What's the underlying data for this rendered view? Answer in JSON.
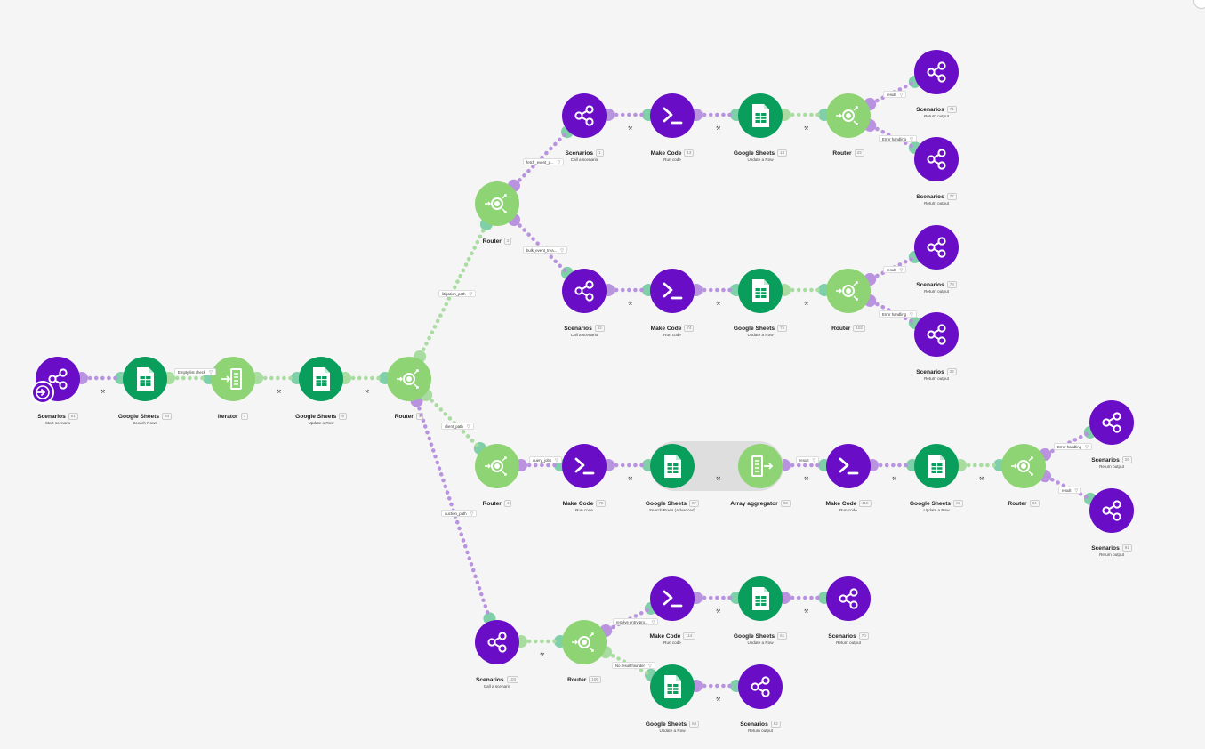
{
  "modules": [
    {
      "key": "m1",
      "name": "Scenarios",
      "id": "81",
      "desc": "Start scenario",
      "app": "scenarios",
      "color": "purple"
    },
    {
      "key": "m2",
      "name": "Google Sheets",
      "id": "54",
      "desc": "Search Rows",
      "app": "sheets",
      "color": "green"
    },
    {
      "key": "m3",
      "name": "Iterator",
      "id": "3",
      "desc": "",
      "app": "iterator",
      "color": "lgreen"
    },
    {
      "key": "m4",
      "name": "Google Sheets",
      "id": "6",
      "desc": "Update a Row",
      "app": "sheets",
      "color": "green"
    },
    {
      "key": "m5",
      "name": "Router",
      "id": "4",
      "desc": "",
      "app": "router",
      "color": "lgreen"
    },
    {
      "key": "m6",
      "name": "Router",
      "id": "2",
      "desc": "",
      "app": "router",
      "color": "lgreen"
    },
    {
      "key": "m7",
      "name": "Scenarios",
      "id": "1",
      "desc": "Call a scenario",
      "app": "scenarios",
      "color": "purple"
    },
    {
      "key": "m8",
      "name": "Make Code",
      "id": "13",
      "desc": "Run code",
      "app": "code",
      "color": "purple"
    },
    {
      "key": "m9",
      "name": "Google Sheets",
      "id": "18",
      "desc": "Update a Row",
      "app": "sheets",
      "color": "green"
    },
    {
      "key": "m10",
      "name": "Router",
      "id": "23",
      "desc": "",
      "app": "router",
      "color": "lgreen"
    },
    {
      "key": "m11",
      "name": "Scenarios",
      "id": "71",
      "desc": "Return output",
      "app": "scenarios",
      "color": "purple"
    },
    {
      "key": "m12",
      "name": "Scenarios",
      "id": "77",
      "desc": "Return output",
      "app": "scenarios",
      "color": "purple"
    },
    {
      "key": "m13",
      "name": "Scenarios",
      "id": "82",
      "desc": "Call a scenario",
      "app": "scenarios",
      "color": "purple"
    },
    {
      "key": "m14",
      "name": "Make Code",
      "id": "74",
      "desc": "Run code",
      "app": "code",
      "color": "purple"
    },
    {
      "key": "m15",
      "name": "Google Sheets",
      "id": "75",
      "desc": "Update a Row",
      "app": "sheets",
      "color": "green"
    },
    {
      "key": "m16",
      "name": "Router",
      "id": "102",
      "desc": "",
      "app": "router",
      "color": "lgreen"
    },
    {
      "key": "m17",
      "name": "Scenarios",
      "id": "78",
      "desc": "Return output",
      "app": "scenarios",
      "color": "purple"
    },
    {
      "key": "m18",
      "name": "Scenarios",
      "id": "22",
      "desc": "Return output",
      "app": "scenarios",
      "color": "purple"
    },
    {
      "key": "m19",
      "name": "Router",
      "id": "4",
      "desc": "",
      "app": "router",
      "color": "lgreen"
    },
    {
      "key": "m20",
      "name": "Make Code",
      "id": "76",
      "desc": "Run code",
      "app": "code",
      "color": "purple"
    },
    {
      "key": "m21",
      "name": "Google Sheets",
      "id": "87",
      "desc": "Search Rows (Advanced)",
      "app": "sheets",
      "color": "green"
    },
    {
      "key": "m22",
      "name": "Array aggregator",
      "id": "83",
      "desc": "",
      "app": "aggregator",
      "color": "lgreen"
    },
    {
      "key": "m23",
      "name": "Make Code",
      "id": "110",
      "desc": "Run code",
      "app": "code",
      "color": "purple"
    },
    {
      "key": "m24",
      "name": "Google Sheets",
      "id": "66",
      "desc": "Update a Row",
      "app": "sheets",
      "color": "green"
    },
    {
      "key": "m25",
      "name": "Router",
      "id": "34",
      "desc": "",
      "app": "router",
      "color": "lgreen"
    },
    {
      "key": "m26",
      "name": "Scenarios",
      "id": "26",
      "desc": "Return output",
      "app": "scenarios",
      "color": "purple"
    },
    {
      "key": "m27",
      "name": "Scenarios",
      "id": "91",
      "desc": "Return output",
      "app": "scenarios",
      "color": "purple"
    },
    {
      "key": "m28",
      "name": "Scenarios",
      "id": "103",
      "desc": "Call a scenario",
      "app": "scenarios",
      "color": "purple"
    },
    {
      "key": "m29",
      "name": "Router",
      "id": "106",
      "desc": "",
      "app": "router",
      "color": "lgreen"
    },
    {
      "key": "m30",
      "name": "Make Code",
      "id": "114",
      "desc": "Run code",
      "app": "code",
      "color": "purple"
    },
    {
      "key": "m31",
      "name": "Google Sheets",
      "id": "61",
      "desc": "Update a Row",
      "app": "sheets",
      "color": "green"
    },
    {
      "key": "m32",
      "name": "Scenarios",
      "id": "70",
      "desc": "Return output",
      "app": "scenarios",
      "color": "purple"
    },
    {
      "key": "m33",
      "name": "Google Sheets",
      "id": "64",
      "desc": "Update a Row",
      "app": "sheets",
      "color": "green"
    },
    {
      "key": "m34",
      "name": "Scenarios",
      "id": "62",
      "desc": "Return output",
      "app": "scenarios",
      "color": "purple"
    }
  ],
  "filters": [
    {
      "key": "f1",
      "label": "Empty list check"
    },
    {
      "key": "f2",
      "label": "fetch_event_p..."
    },
    {
      "key": "f3",
      "label": "bulk_event_trea..."
    },
    {
      "key": "f4",
      "label": "litigation_path"
    },
    {
      "key": "f5",
      "label": "result"
    },
    {
      "key": "f6",
      "label": "Error handling"
    },
    {
      "key": "f7",
      "label": "result"
    },
    {
      "key": "f8",
      "label": "Error handling"
    },
    {
      "key": "f9",
      "label": "client_path"
    },
    {
      "key": "f10",
      "label": "query_jobs"
    },
    {
      "key": "f11",
      "label": "result"
    },
    {
      "key": "f12",
      "label": "Error handling"
    },
    {
      "key": "f13",
      "label": "result"
    },
    {
      "key": "f14",
      "label": "auction_path"
    },
    {
      "key": "f15",
      "label": "resolve entry pro..."
    },
    {
      "key": "f16",
      "label": "No result founder"
    }
  ],
  "colors": {
    "purple": "#6a0dc7",
    "green": "#0a9e5c",
    "lightgreen": "#8ed374",
    "link_purple": "#b993e0",
    "link_green": "#a9dca0",
    "link_teal": "#7fcfa9",
    "background": "#f5f5f5"
  },
  "icons": {
    "scenarios": "share-icon",
    "sheets": "spreadsheet-icon",
    "iterator": "iterator-icon",
    "router": "router-icon",
    "code": "terminal-icon",
    "aggregator": "aggregator-icon",
    "start": "start-trigger-icon",
    "wrench": "wrench-icon",
    "funnel": "filter-funnel-icon"
  }
}
